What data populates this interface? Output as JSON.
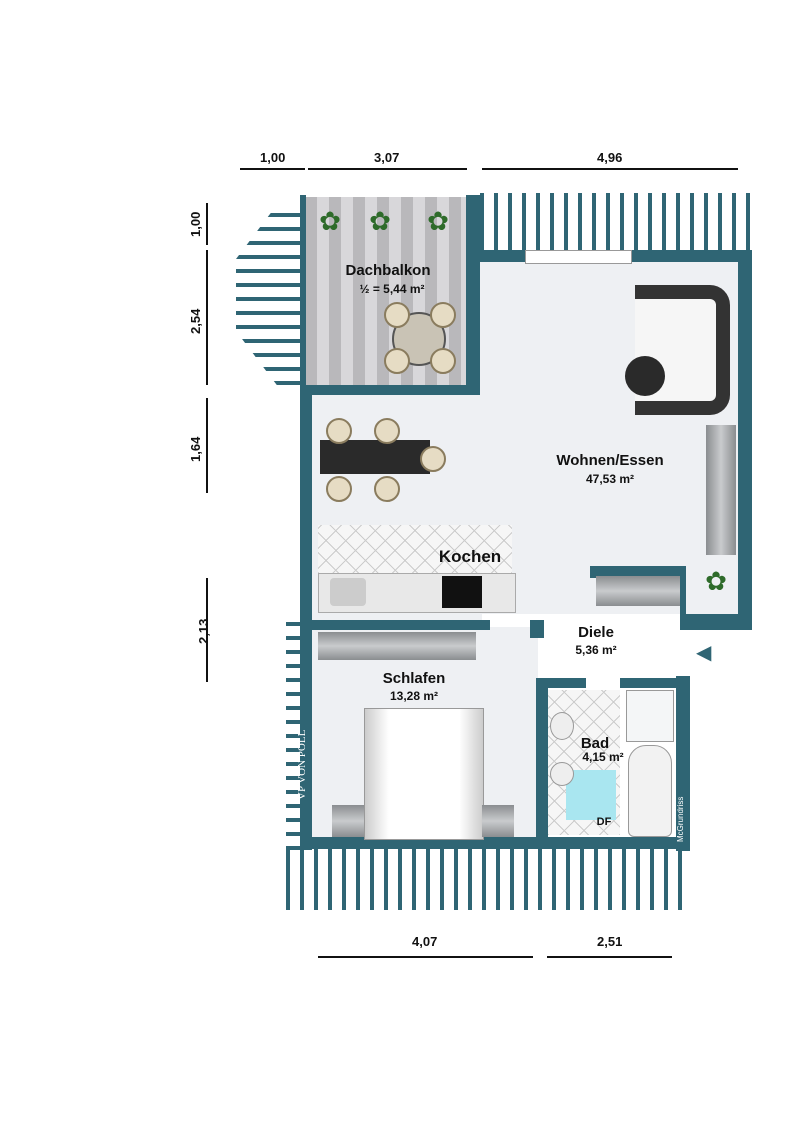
{
  "rooms": {
    "balcony": {
      "name": "Dachbalkon",
      "area": "½ = 5,44 m²"
    },
    "living": {
      "name": "Wohnen/Essen",
      "area": "47,53 m²"
    },
    "kitchen": {
      "name": "Kochen"
    },
    "hall": {
      "name": "Diele",
      "area": "5,36 m²"
    },
    "bedroom": {
      "name": "Schlafen",
      "area": "13,28 m²"
    },
    "bath": {
      "name": "Bad",
      "area": "4,15 m²",
      "shower_label": "DF"
    }
  },
  "dimensions": {
    "top": [
      "1,00",
      "3,07",
      "4,96"
    ],
    "left": [
      "1,00",
      "2,54",
      "1,64",
      "2,13"
    ],
    "bottom": [
      "4,07",
      "2,51"
    ]
  },
  "branding": {
    "logo": "VP VON POLL",
    "credit": "McGrundriss"
  },
  "colors": {
    "wall": "#2f6574",
    "floor": "#eef0f3"
  }
}
